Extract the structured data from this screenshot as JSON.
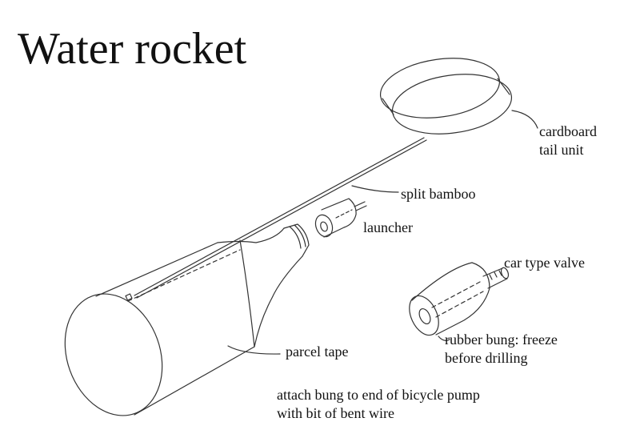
{
  "title": "Water rocket",
  "labels": {
    "tail_unit": "cardboard\ntail unit",
    "split_bamboo": "split bamboo",
    "launcher": "launcher",
    "car_valve": "car type valve",
    "rubber_bung": "rubber bung: freeze\nbefore drilling",
    "parcel_tape": "parcel tape",
    "instructions": "attach bung to end of bicycle pump\nwith bit of bent wire"
  }
}
